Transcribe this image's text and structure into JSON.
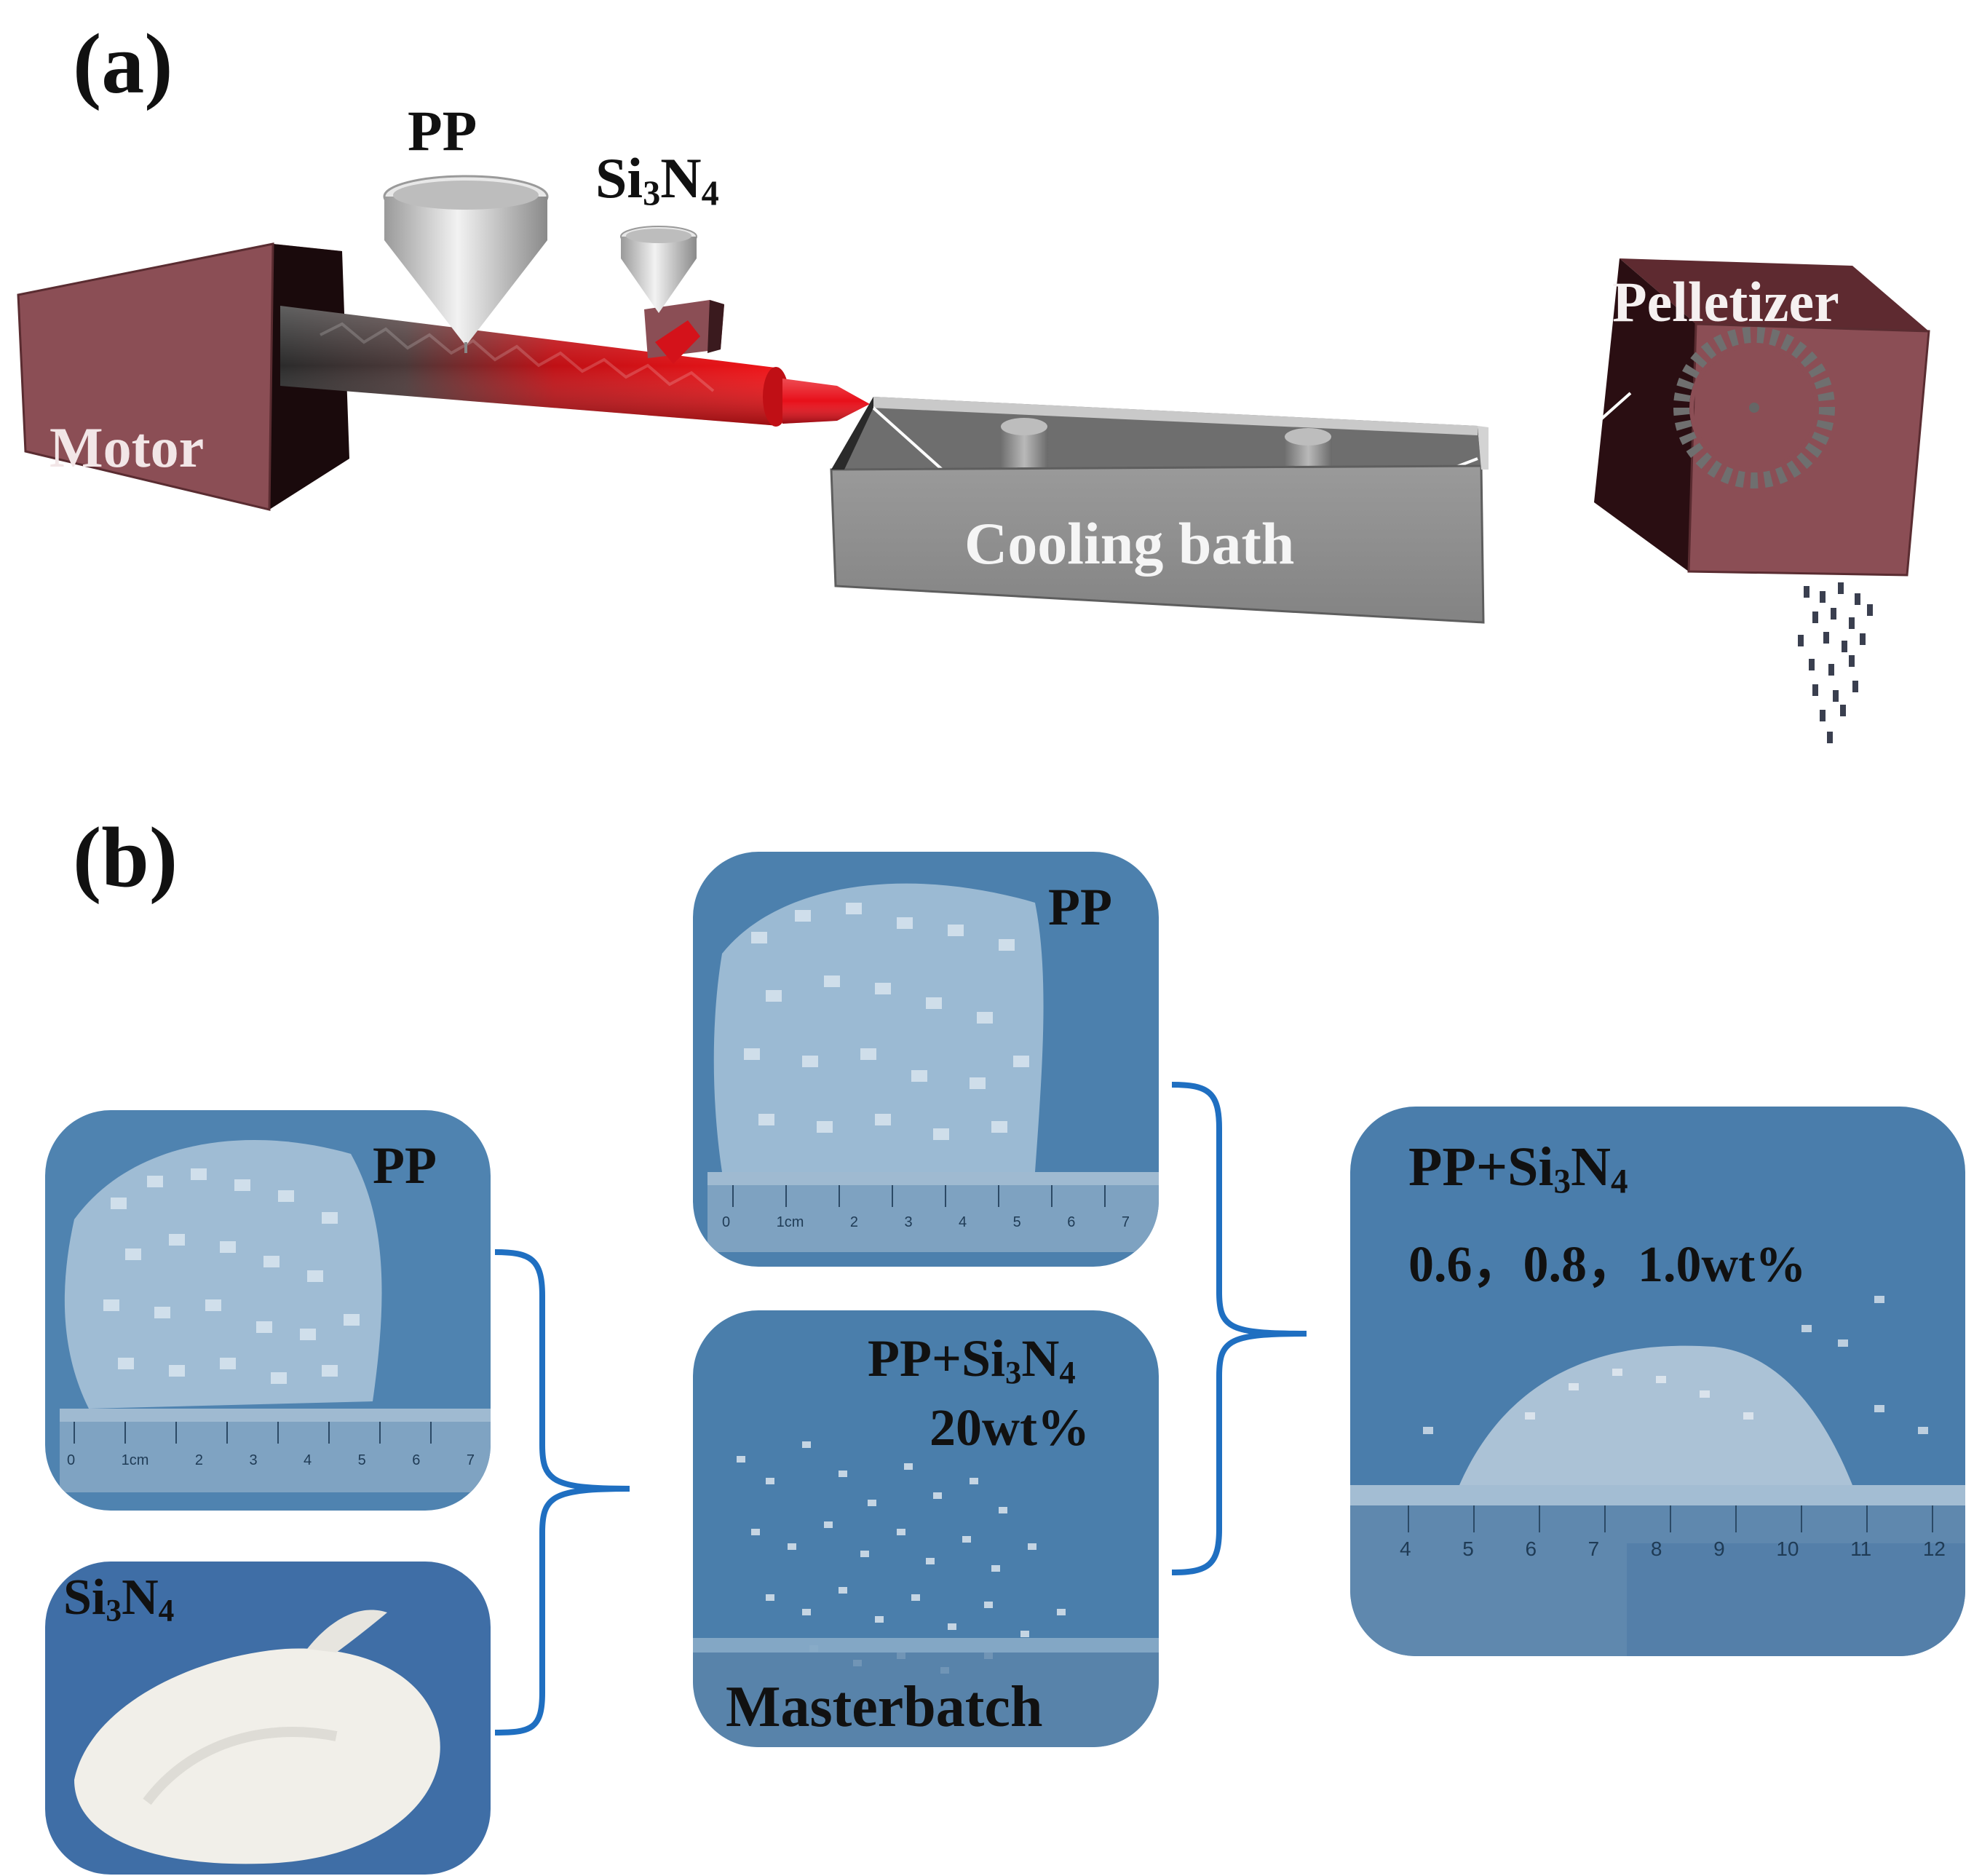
{
  "panel_a": {
    "letter": "(a)",
    "motor_label": "Motor",
    "hopper1_label": "PP",
    "hopper2_label_main": "Si",
    "hopper2_label_sub1": "3",
    "hopper2_label_mid": "N",
    "hopper2_label_sub2": "4",
    "bath_label": "Cooling bath",
    "pelletizer_label": "Pelletizer"
  },
  "panel_b": {
    "letter": "(b)",
    "photo_pp_left": {
      "label": "PP",
      "ruler_ticks": [
        "0",
        "1cm",
        "2",
        "3",
        "4",
        "5",
        "6",
        "7"
      ]
    },
    "photo_si3n4": {
      "label_main": "Si",
      "sub1": "3",
      "mid": "N",
      "sub2": "4"
    },
    "photo_pp_top": {
      "label": "PP",
      "ruler_ticks": [
        "0",
        "1cm",
        "2",
        "3",
        "4",
        "5",
        "6",
        "7"
      ]
    },
    "photo_masterbatch": {
      "label_main": "PP+Si",
      "sub1": "3",
      "mid": "N",
      "sub2": "4",
      "wt": "20wt%",
      "bottom_label": "Masterbatch"
    },
    "photo_final": {
      "label_main": "PP+Si",
      "sub1": "3",
      "mid": "N",
      "sub2": "4",
      "wt": "0.6，0.8，1.0wt%",
      "ruler_ticks": [
        "4",
        "5",
        "6",
        "7",
        "8",
        "9",
        "10",
        "11",
        "12"
      ]
    }
  },
  "colors": {
    "motor_face": "#8b4e55",
    "motor_side": "#1a0a0c",
    "barrel_red": "#e8101a",
    "bath_gray": "#8f8f8f",
    "photo_blue": "#4d80ad",
    "bracket_blue": "#1f6fc1"
  }
}
